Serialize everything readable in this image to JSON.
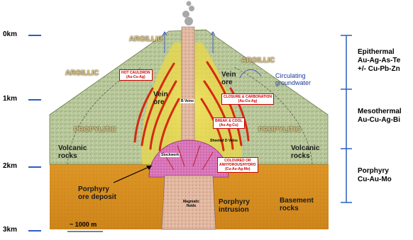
{
  "depths": [
    "0km",
    "1km",
    "2km",
    "3km"
  ],
  "zones": [
    {
      "lines": [
        "Epithermal",
        "Au-Ag-As-Te",
        "+/- Cu-Pb-Zn"
      ]
    },
    {
      "lines": [
        "Mesothermal",
        "Au-Cu-Ag-Bi"
      ]
    },
    {
      "lines": [
        "Porphyry",
        "Cu-Au-Mo"
      ]
    }
  ],
  "alteration": {
    "argillic_top": "ARGILLIC",
    "argillic_left": "ARGILLIC",
    "argillic_right": "ARGILLIC",
    "propylitic_left": "PROPYLITIC",
    "propylitic_right": "PROPYLITIC"
  },
  "labels": {
    "vein_ore_left": [
      "Vein",
      "ore"
    ],
    "vein_ore_right": [
      "Vein",
      "ore"
    ],
    "circulating": [
      "Circulating",
      "groundwater"
    ],
    "volcanic_left": [
      "Volcanic",
      "rocks"
    ],
    "volcanic_right": [
      "Volcanic",
      "rocks"
    ],
    "porphyry_ore": [
      "Porphyry",
      "ore deposit"
    ],
    "porphyry_intrusion": [
      "Porphyry",
      "intrusion"
    ],
    "basement": [
      "Basement",
      "rocks"
    ],
    "scale": "~ 1000 m",
    "magma": [
      "Magmatic",
      "fluids"
    ]
  },
  "callouts": [
    {
      "lines": [
        "HOT CAULDRON",
        "(Au-Cu-Ag)"
      ]
    },
    {
      "lines": [
        "CLOSURE & CARBONATION",
        "(Au-Cu-Ag)"
      ]
    },
    {
      "lines": [
        "BREAK & COOL",
        "(Au-Ag-Cu)"
      ]
    },
    {
      "lines": [
        "COLOURED OR",
        "ANHYDROUS/HYDRO",
        "(Cu-Au-Ag-Mo)"
      ]
    }
  ],
  "tiny_labels": [
    "B Veins",
    "Sheeted D Veins",
    "Stockwork"
  ],
  "colors": {
    "volcanic_green": "#b8c79a",
    "basement_orange": "#d68f1c",
    "vein_red": "#d42a10",
    "alteration_yellow": "#e8d94a",
    "intrusion_pink": "#d96fb0",
    "zone_bracket_blue": "#2a5fc0"
  }
}
